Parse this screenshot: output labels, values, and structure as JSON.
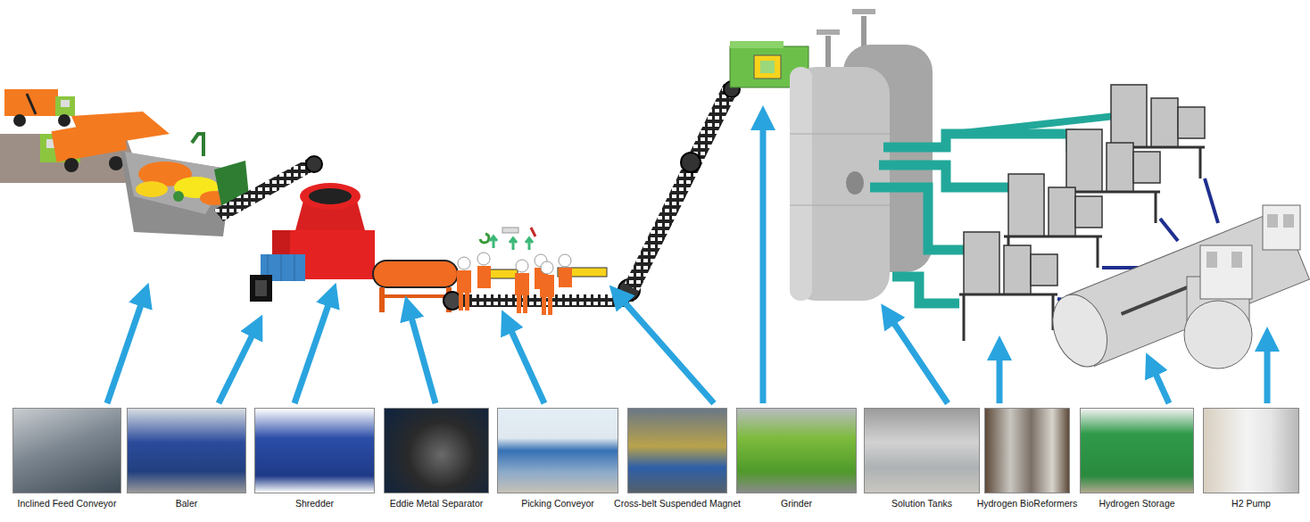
{
  "diagram": {
    "nodes": [
      {
        "text": [
          "Inclined Feed Conveyor"
        ]
      },
      {
        "text": [
          "Baler"
        ]
      },
      {
        "text": [
          "Shredder"
        ]
      },
      {
        "text": [
          "Eddie Metal Separator"
        ]
      },
      {
        "text": [
          "Picking Conveyor"
        ]
      },
      {
        "text": [
          "Cross-belt Suspended Magnet"
        ]
      },
      {
        "text": [
          "Grinder"
        ]
      },
      {
        "text": [
          "Solution Tanks"
        ]
      },
      {
        "text": [
          "Hydrogen BioReformers"
        ]
      },
      {
        "text": [
          "Hydrogen Storage"
        ]
      },
      {
        "text": [
          "H2 Pump"
        ]
      }
    ]
  }
}
